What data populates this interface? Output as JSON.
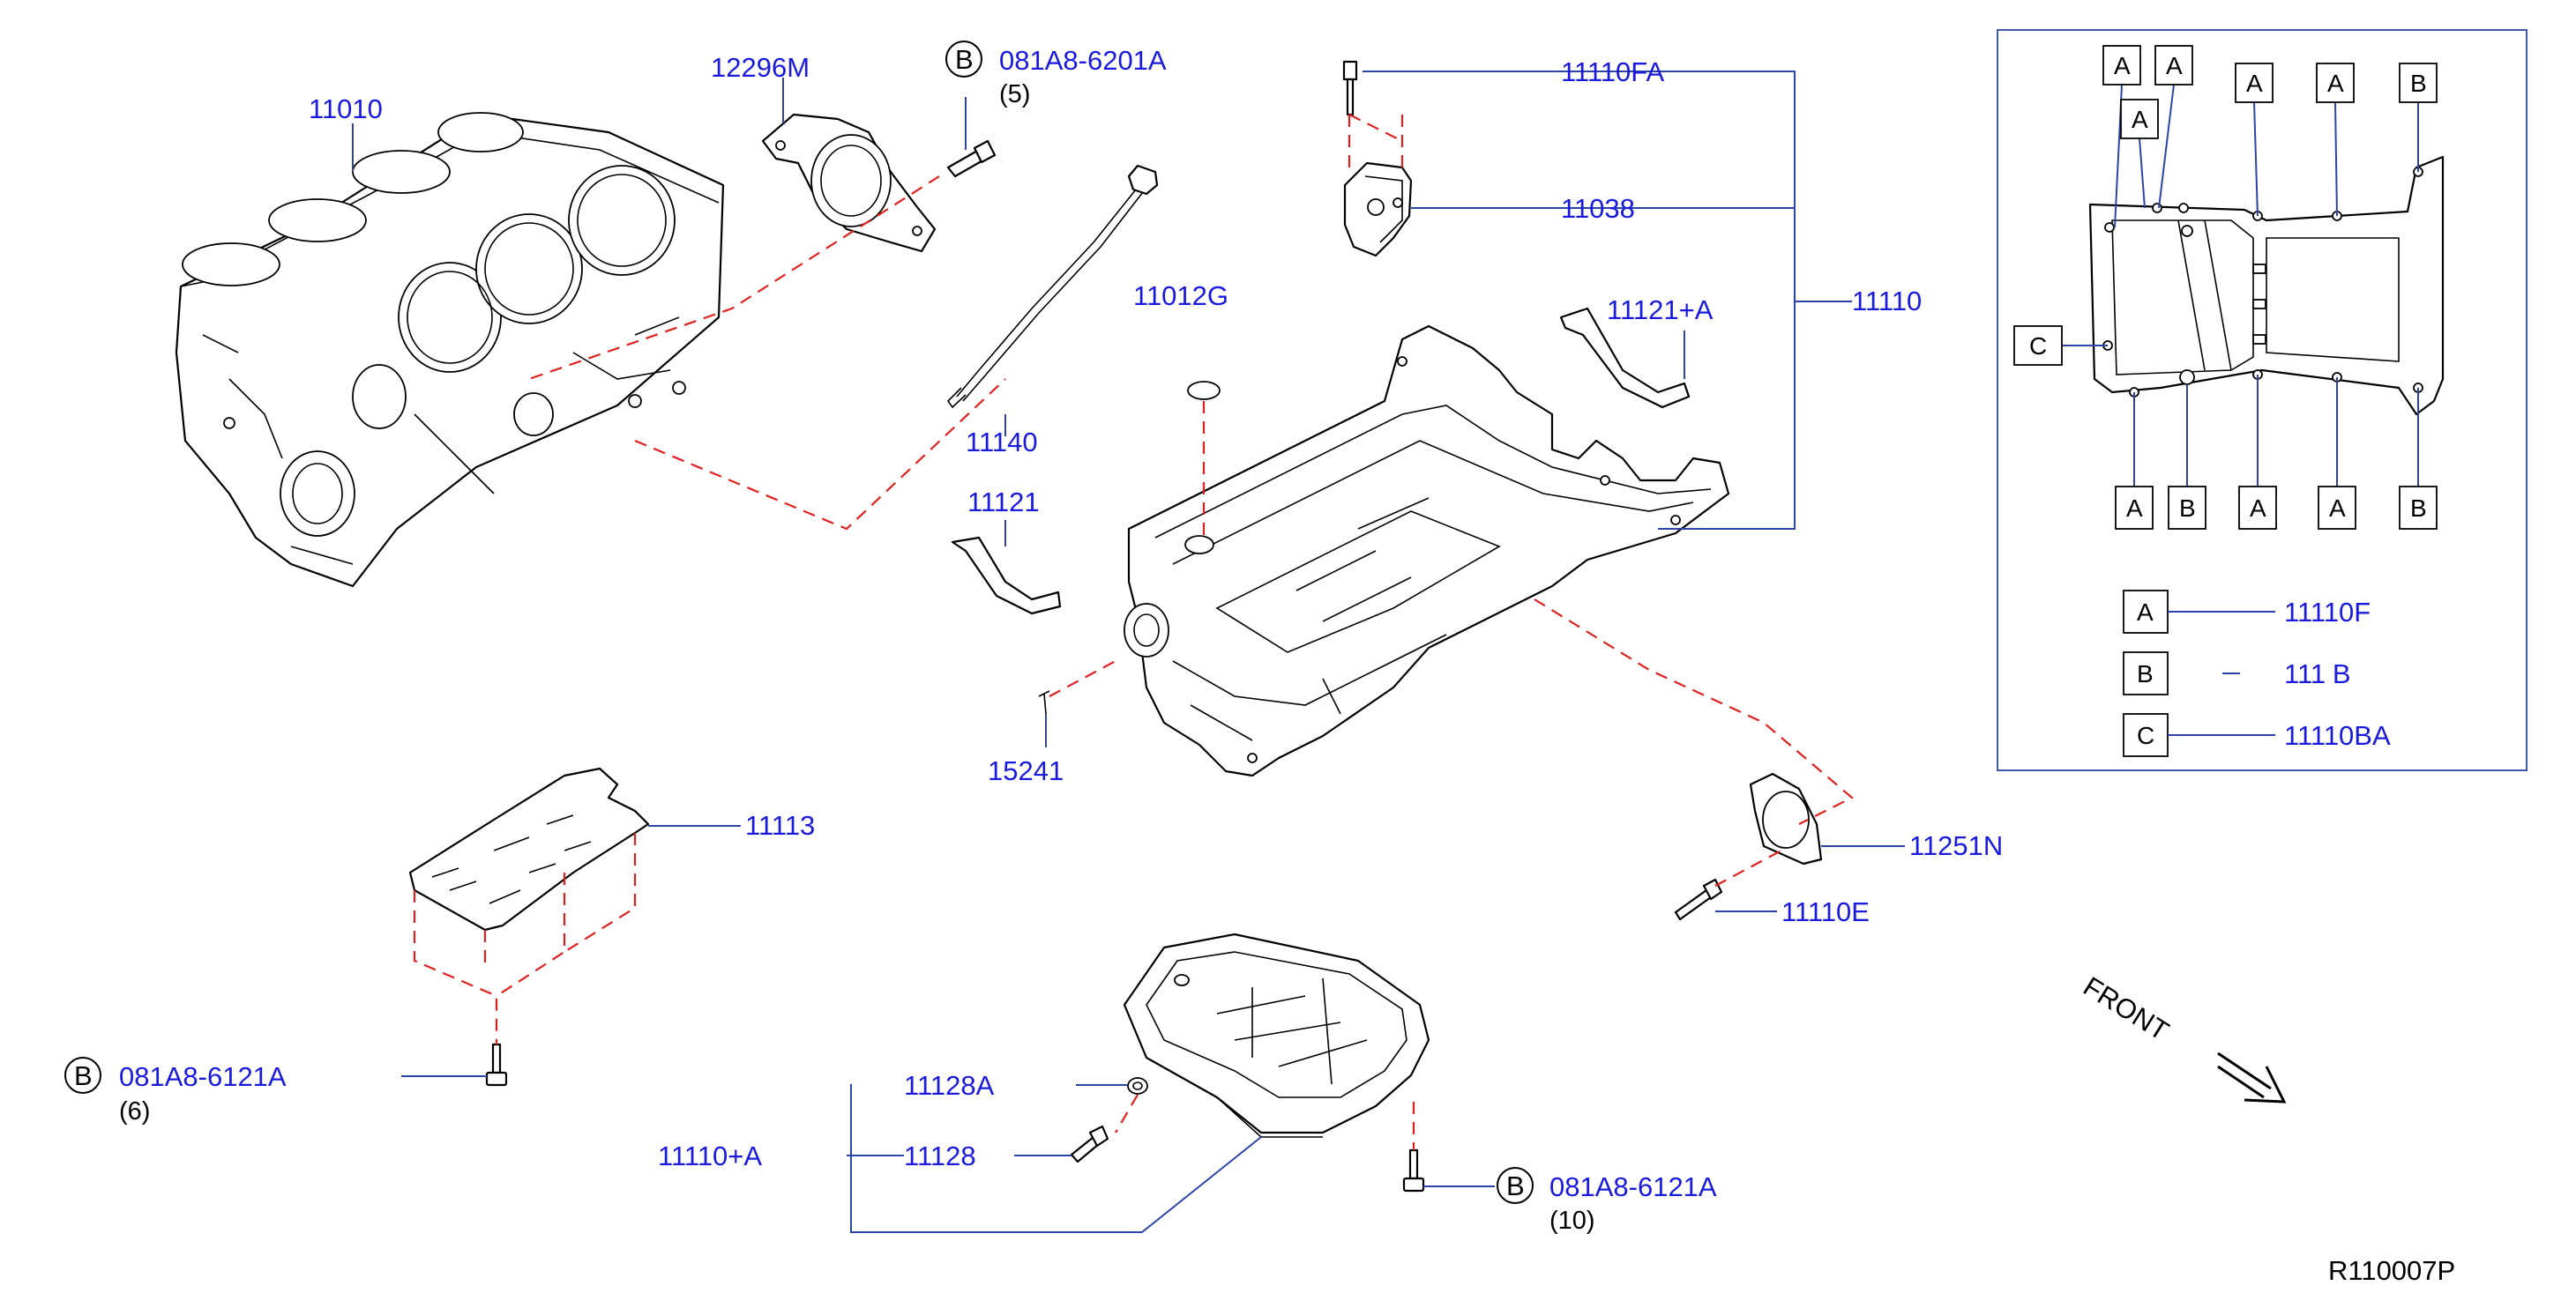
{
  "diagram_id": "R110007P",
  "front_label": "FRONT",
  "colors": {
    "part_number": "#1a1adf",
    "leader": "#2a44a8",
    "dashed": "#e0201e",
    "inset_frame": "#3b5ba8"
  },
  "parts": {
    "cylinder_block": "11010",
    "front_seal_plate": "12296M",
    "bolt_top": {
      "marker": "B",
      "number": "081A8-6201A",
      "qty": "(5)"
    },
    "dipstick": "11140",
    "plug": "11012G",
    "bolt_11110fa": "11110FA",
    "bracket": "11038",
    "oil_pan_upper": "11110",
    "gasket_right": "11121+A",
    "gasket_left": "11121",
    "oil_strainer_pin": "15241",
    "baffle": "11113",
    "bolt_left": {
      "marker": "B",
      "number": "081A8-6121A",
      "qty": "(6)"
    },
    "rear_seal": "11251N",
    "bolt_11110e": "11110E",
    "washer": "11128A",
    "oil_pan_lower": "11110+A",
    "drain_plug": "11128",
    "bolt_bottom": {
      "marker": "B",
      "number": "081A8-6121A",
      "qty": "(10)"
    }
  },
  "inset": {
    "top_markers": [
      "A",
      "A",
      "A",
      "A",
      "A",
      "B"
    ],
    "left_marker": "C",
    "bottom_markers": [
      "A",
      "B",
      "A",
      "A",
      "B"
    ],
    "legend": [
      {
        "marker": "A",
        "number": "11110F"
      },
      {
        "marker": "B",
        "number": "111   B"
      },
      {
        "marker": "C",
        "number": "11110BA"
      }
    ]
  }
}
